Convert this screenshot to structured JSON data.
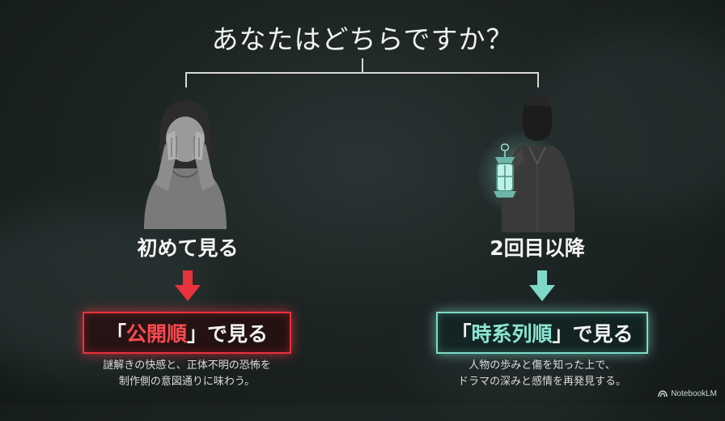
{
  "title": "あなたはどちらですか？",
  "left": {
    "label": "初めて見る",
    "box_open": "「",
    "box_highlight": "公開順",
    "box_close": "」",
    "box_suffix": "で見る",
    "desc_line1": "謎解きの快感と、正体不明の恐怖を",
    "desc_line2": "制作側の意図通りに味わう。",
    "accent_color": "#e8323c",
    "figure_icon": "face-covering-person-icon"
  },
  "right": {
    "label": "2回目以降",
    "box_open": "「",
    "box_highlight": "時系列順",
    "box_close": "」",
    "box_suffix": "で見る",
    "desc_line1": "人物の歩みと傷を知った上で、",
    "desc_line2": "ドラマの深みと感情を再発見する。",
    "accent_color": "#7fd9c8",
    "figure_icon": "lantern-person-icon"
  },
  "brand": "NotebookLM"
}
